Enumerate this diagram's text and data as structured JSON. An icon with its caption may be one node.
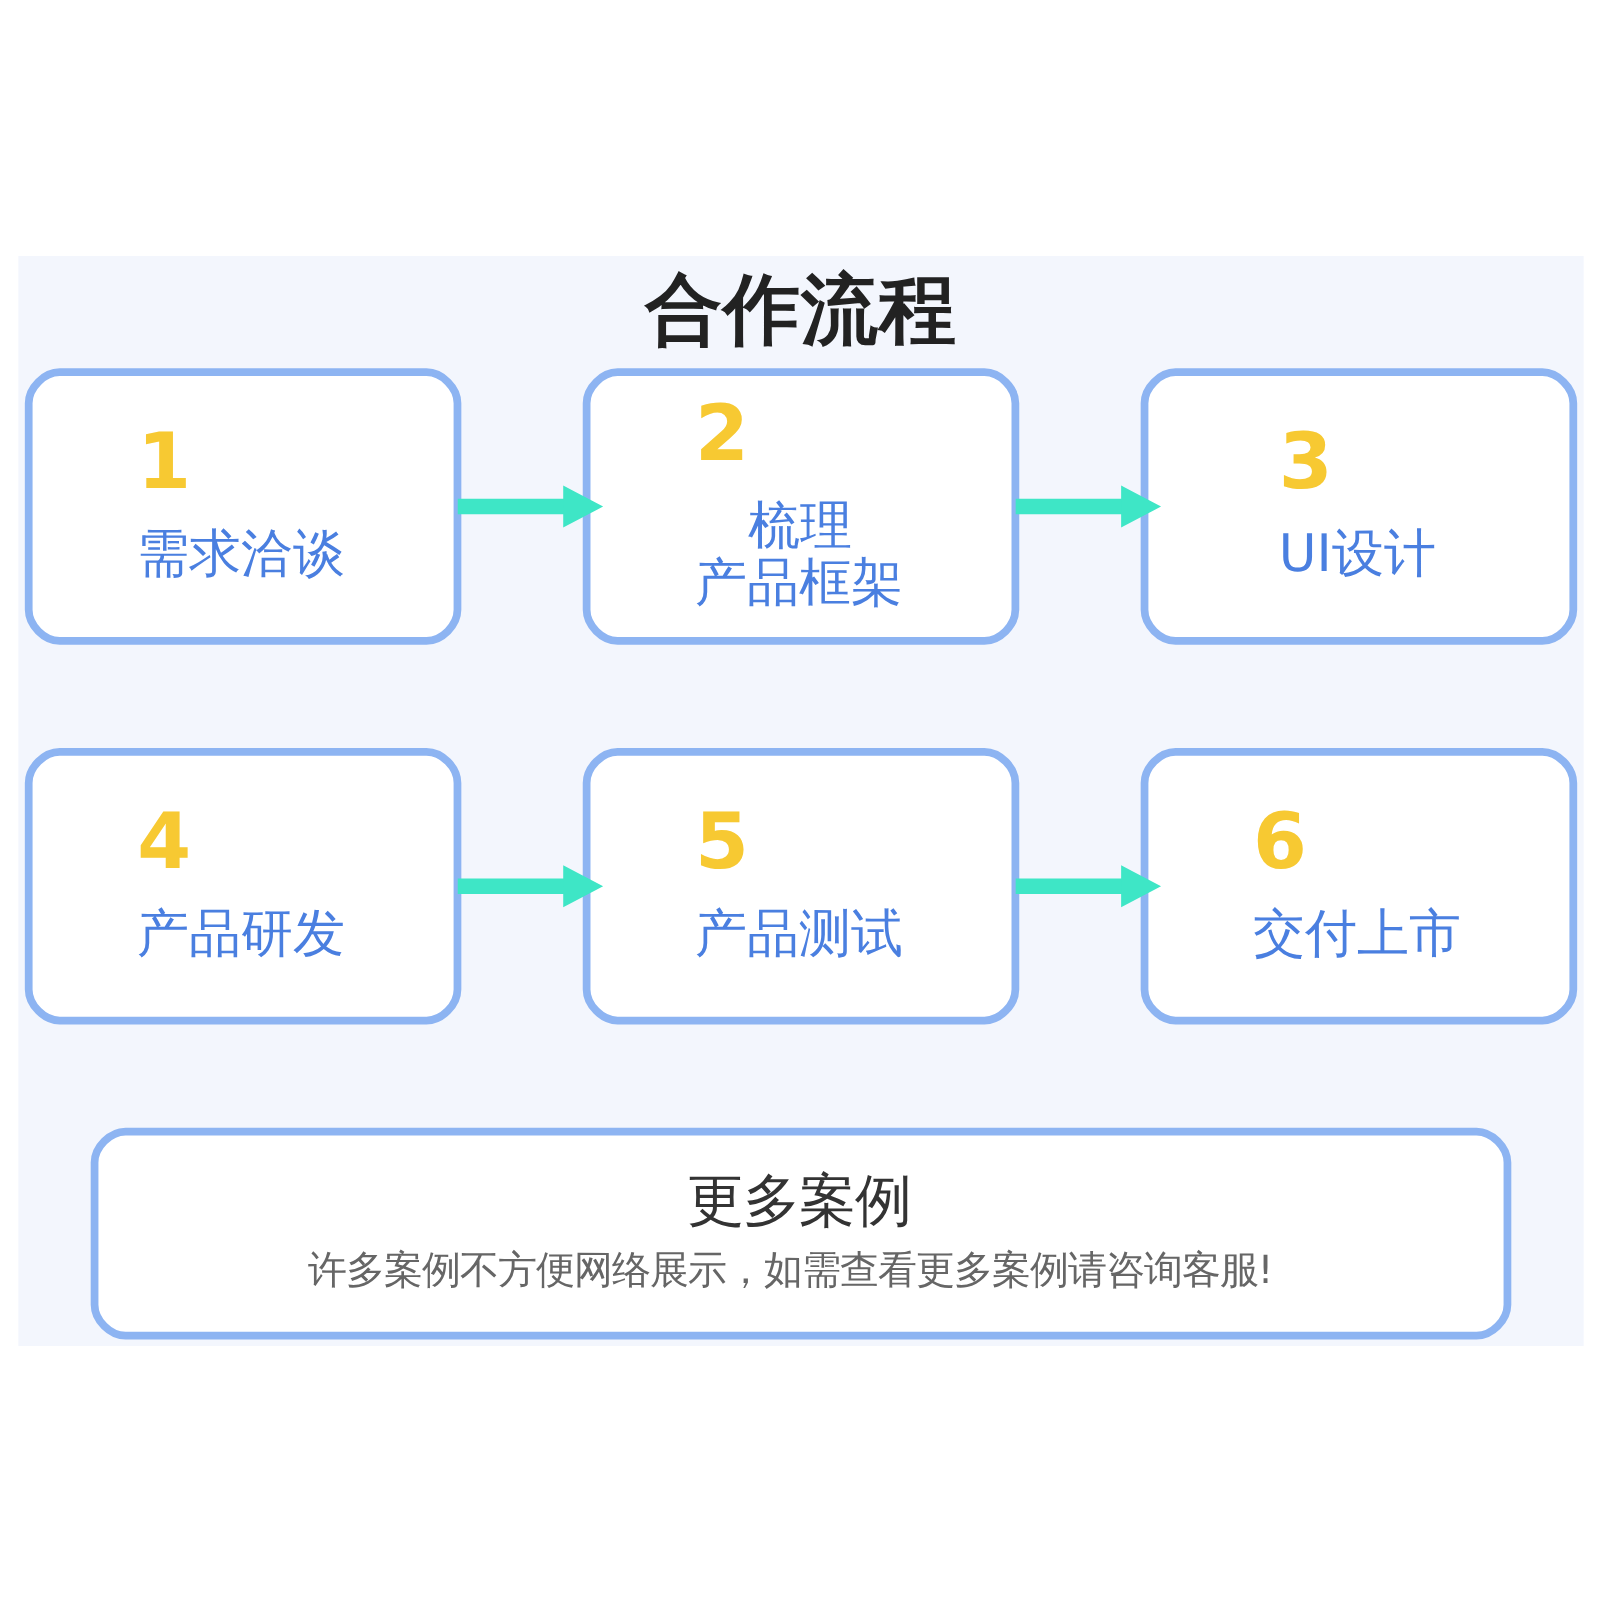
{
  "diagram": {
    "title": "合作流程",
    "nodes": [
      {
        "text": [
          "1",
          "需求洽谈"
        ]
      },
      {
        "text": [
          "2",
          "梳理产品框架"
        ]
      },
      {
        "text": [
          "3",
          "UI设计"
        ]
      },
      {
        "text": [
          "4",
          "产品研发"
        ]
      },
      {
        "text": [
          "5",
          "产品测试"
        ]
      },
      {
        "text": [
          "6",
          "交付上市"
        ]
      },
      {
        "text": [
          "更多案例",
          "许多案例不方便网络展示，如需查看更多案例请咨询客服!"
        ]
      }
    ],
    "edges": [
      {
        "from": 0,
        "to": 1,
        "arrow": "to"
      },
      {
        "from": 1,
        "to": 2,
        "arrow": "to"
      },
      {
        "from": 3,
        "to": 4,
        "arrow": "to"
      },
      {
        "from": 4,
        "to": 5,
        "arrow": "to"
      }
    ]
  }
}
